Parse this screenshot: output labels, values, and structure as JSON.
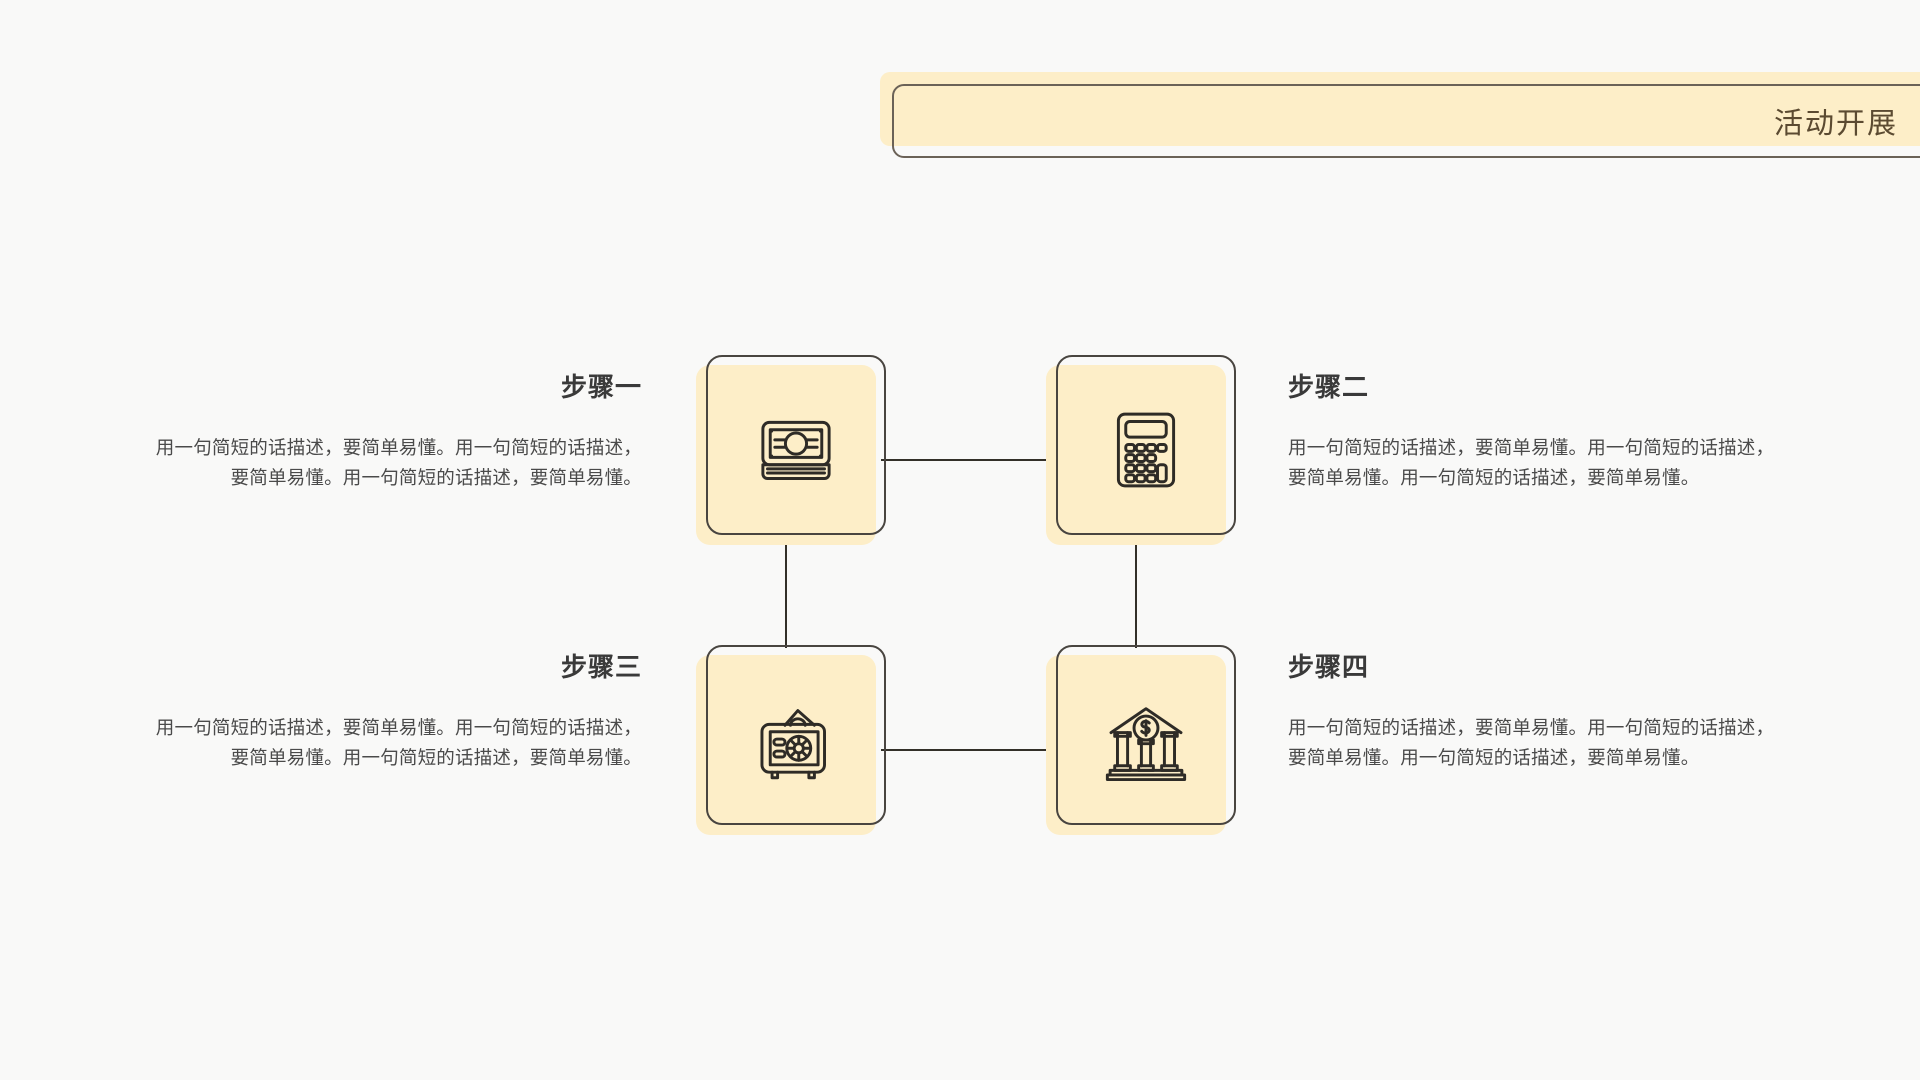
{
  "page": {
    "background_color": "#f9f9f8",
    "accent_color": "#fdeec8",
    "outline_color": "#494540",
    "title_color": "#5b4a31"
  },
  "header": {
    "title": "活动开展"
  },
  "steps": [
    {
      "title": "步骤一",
      "description": "用一句简短的话描述，要简单易懂。用一句简短的话描述，要简单易懂。用一句简短的话描述，要简单易懂。",
      "icon": "banknote-cash-icon",
      "align": "right"
    },
    {
      "title": "步骤二",
      "description": "用一句简短的话描述，要简单易懂。用一句简短的话描述，要简单易懂。用一句简短的话描述，要简单易懂。",
      "icon": "calculator-icon",
      "align": "left"
    },
    {
      "title": "步骤三",
      "description": "用一句简短的话描述，要简单易懂。用一句简短的话描述，要简单易懂。用一句简短的话描述，要简单易懂。",
      "icon": "safe-vault-icon",
      "align": "right"
    },
    {
      "title": "步骤四",
      "description": "用一句简短的话描述，要简单易懂。用一句简短的话描述，要简单易懂。用一句简短的话描述，要简单易懂。",
      "icon": "bank-building-icon",
      "align": "left"
    }
  ]
}
